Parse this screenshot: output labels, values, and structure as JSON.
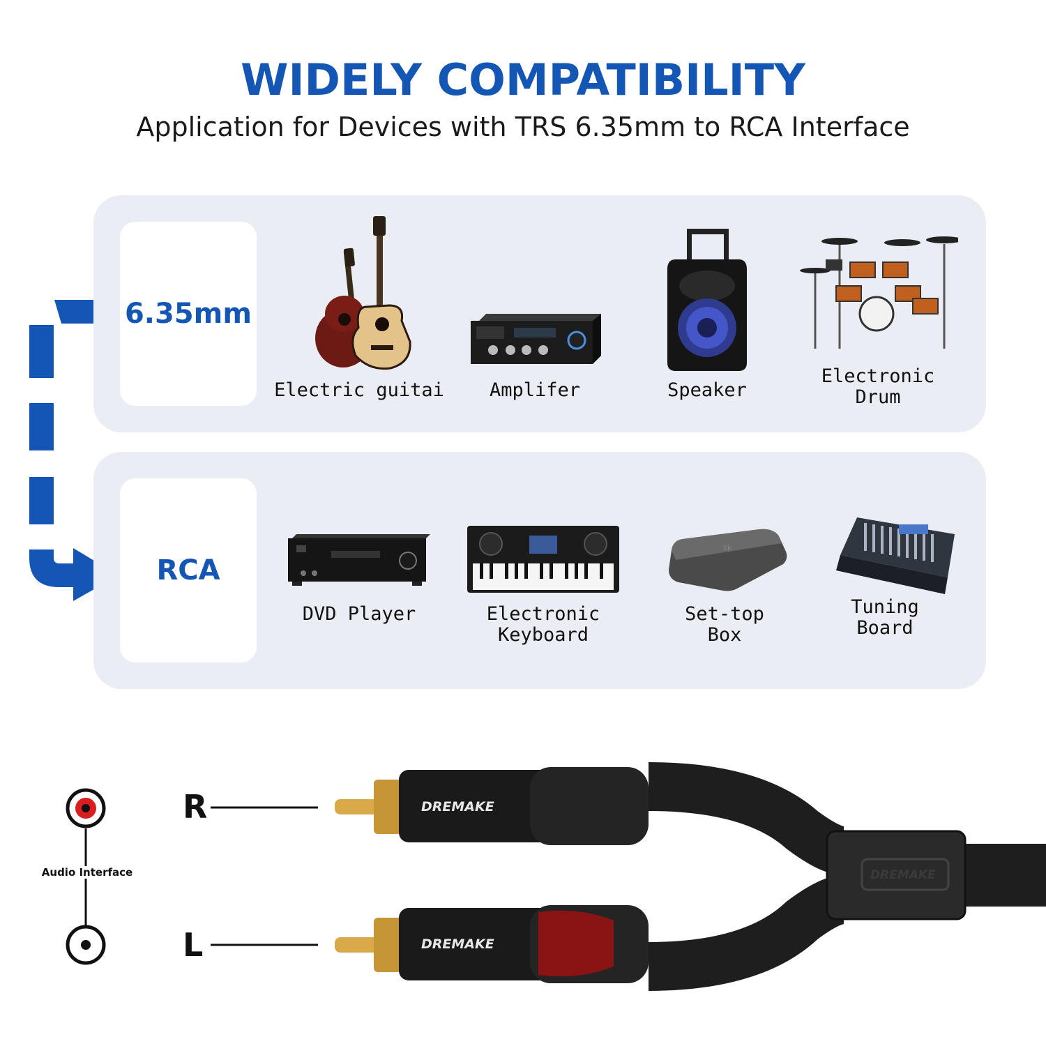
{
  "header": {
    "title": "WIDELY COMPATIBILITY",
    "subtitle": "Application for Devices with TRS 6.35mm to RCA Interface"
  },
  "trs_panel": {
    "type_label": "6.35mm",
    "devices": [
      {
        "label": "Electric guitai",
        "icon": "guitar-icon"
      },
      {
        "label": "Amplifer",
        "icon": "amplifier-icon"
      },
      {
        "label": "Speaker",
        "icon": "speaker-icon"
      },
      {
        "label": "Electronic Drum",
        "icon": "drum-kit-icon"
      }
    ]
  },
  "rca_panel": {
    "type_label": "RCA",
    "devices": [
      {
        "label": "DVD Player",
        "icon": "dvd-player-icon"
      },
      {
        "label": "Electronic Keyboard",
        "icon": "keyboard-icon"
      },
      {
        "label": "Set-top Box",
        "icon": "set-top-box-icon"
      },
      {
        "label": "Tuning Board",
        "icon": "mixer-icon"
      }
    ]
  },
  "connector_diagram": {
    "right_label": "R",
    "left_label": "L",
    "interface_label": "Audio Interface",
    "brand": "DREMAKE"
  },
  "colors": {
    "accent": "#1456b4",
    "panel_bg": "#eaedf3",
    "red_channel": "#d81e1e"
  }
}
